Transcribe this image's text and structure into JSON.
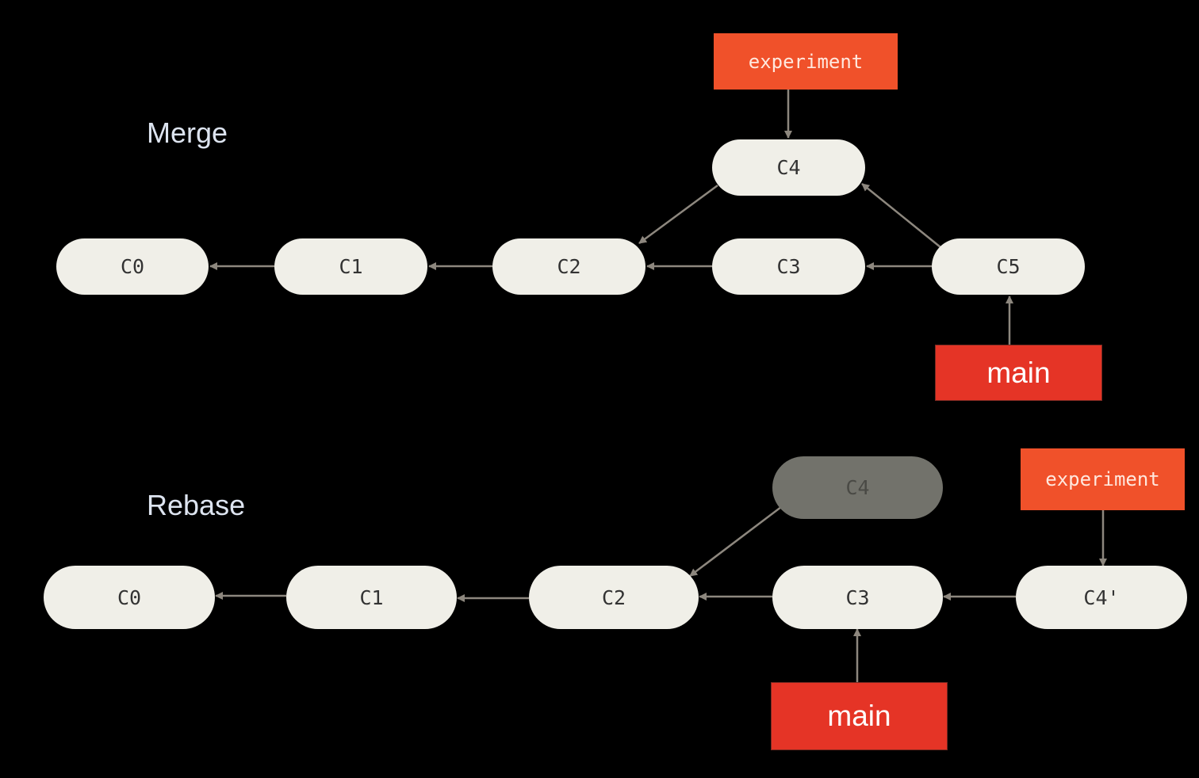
{
  "sections": {
    "merge": {
      "label": "Merge",
      "commits": {
        "c0": "C0",
        "c1": "C1",
        "c2": "C2",
        "c3": "C3",
        "c4": "C4",
        "c5": "C5"
      },
      "branches": {
        "experiment": "experiment",
        "main": "main"
      }
    },
    "rebase": {
      "label": "Rebase",
      "commits": {
        "c0": "C0",
        "c1": "C1",
        "c2": "C2",
        "c3": "C3",
        "c4_old": "C4",
        "c4_prime": "C4'"
      },
      "branches": {
        "experiment": "experiment",
        "main": "main"
      }
    }
  },
  "colors": {
    "background": "#000000",
    "commit_fill": "#f0efe8",
    "commit_text": "#333333",
    "stale_commit_fill": "#72726b",
    "stale_commit_text": "#4a4a45",
    "arrow": "#8d877e",
    "experiment_fill": "#f0512a",
    "experiment_text": "#ffe8de",
    "main_fill": "#e53426",
    "main_text": "#ffffff",
    "label_text": "#dde4f0"
  }
}
